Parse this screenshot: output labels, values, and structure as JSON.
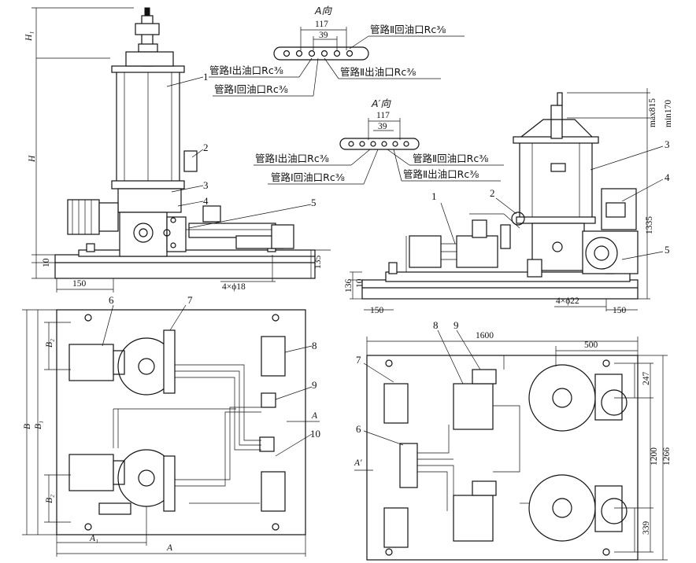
{
  "callouts": {
    "one": "1",
    "two": "2",
    "three": "3",
    "four": "4",
    "five": "5",
    "six": "6",
    "seven": "7",
    "eight": "8",
    "nine": "9",
    "ten": "10"
  },
  "dims": {
    "H1": "H₁",
    "H": "H",
    "ten": "10",
    "d135": "135",
    "d150": "150",
    "hole18": "4×ϕ18",
    "d117": "117",
    "d39": "39",
    "max815": "max815",
    "min170": "min170",
    "d1335": "1335",
    "d136": "136",
    "d10b": "10",
    "hole22": "4×ϕ22",
    "d150b": "150",
    "d150c": "150",
    "B": "B",
    "B1": "B₁",
    "B2a": "B₂",
    "B2b": "B₂",
    "A1": "A₁",
    "A": "A",
    "Aarrow": "A",
    "d1600": "1600",
    "d500": "500",
    "d247": "247",
    "d1200": "1200",
    "d1266": "1266",
    "d339": "339",
    "Aprime": "A′"
  },
  "views": {
    "a_view": "A向",
    "a_prime_view": "A′向",
    "d117b": "117",
    "d39b": "39"
  },
  "ports": {
    "p2_return_top": "管路Ⅱ回油口Rc⅜",
    "p1_out": "管路Ⅰ出油口Rc⅜",
    "p1_return": "管路Ⅰ回油口Rc⅜",
    "p2_out": "管路Ⅱ出油口Rc⅜",
    "p1_out_b": "管路Ⅰ出油口Rc⅜",
    "p2_return_b": "管路Ⅱ回油口Rc⅜",
    "p1_return_b": "管路Ⅰ回油口Rc⅜",
    "p2_out_b": "管路Ⅱ出油口Rc⅜"
  }
}
